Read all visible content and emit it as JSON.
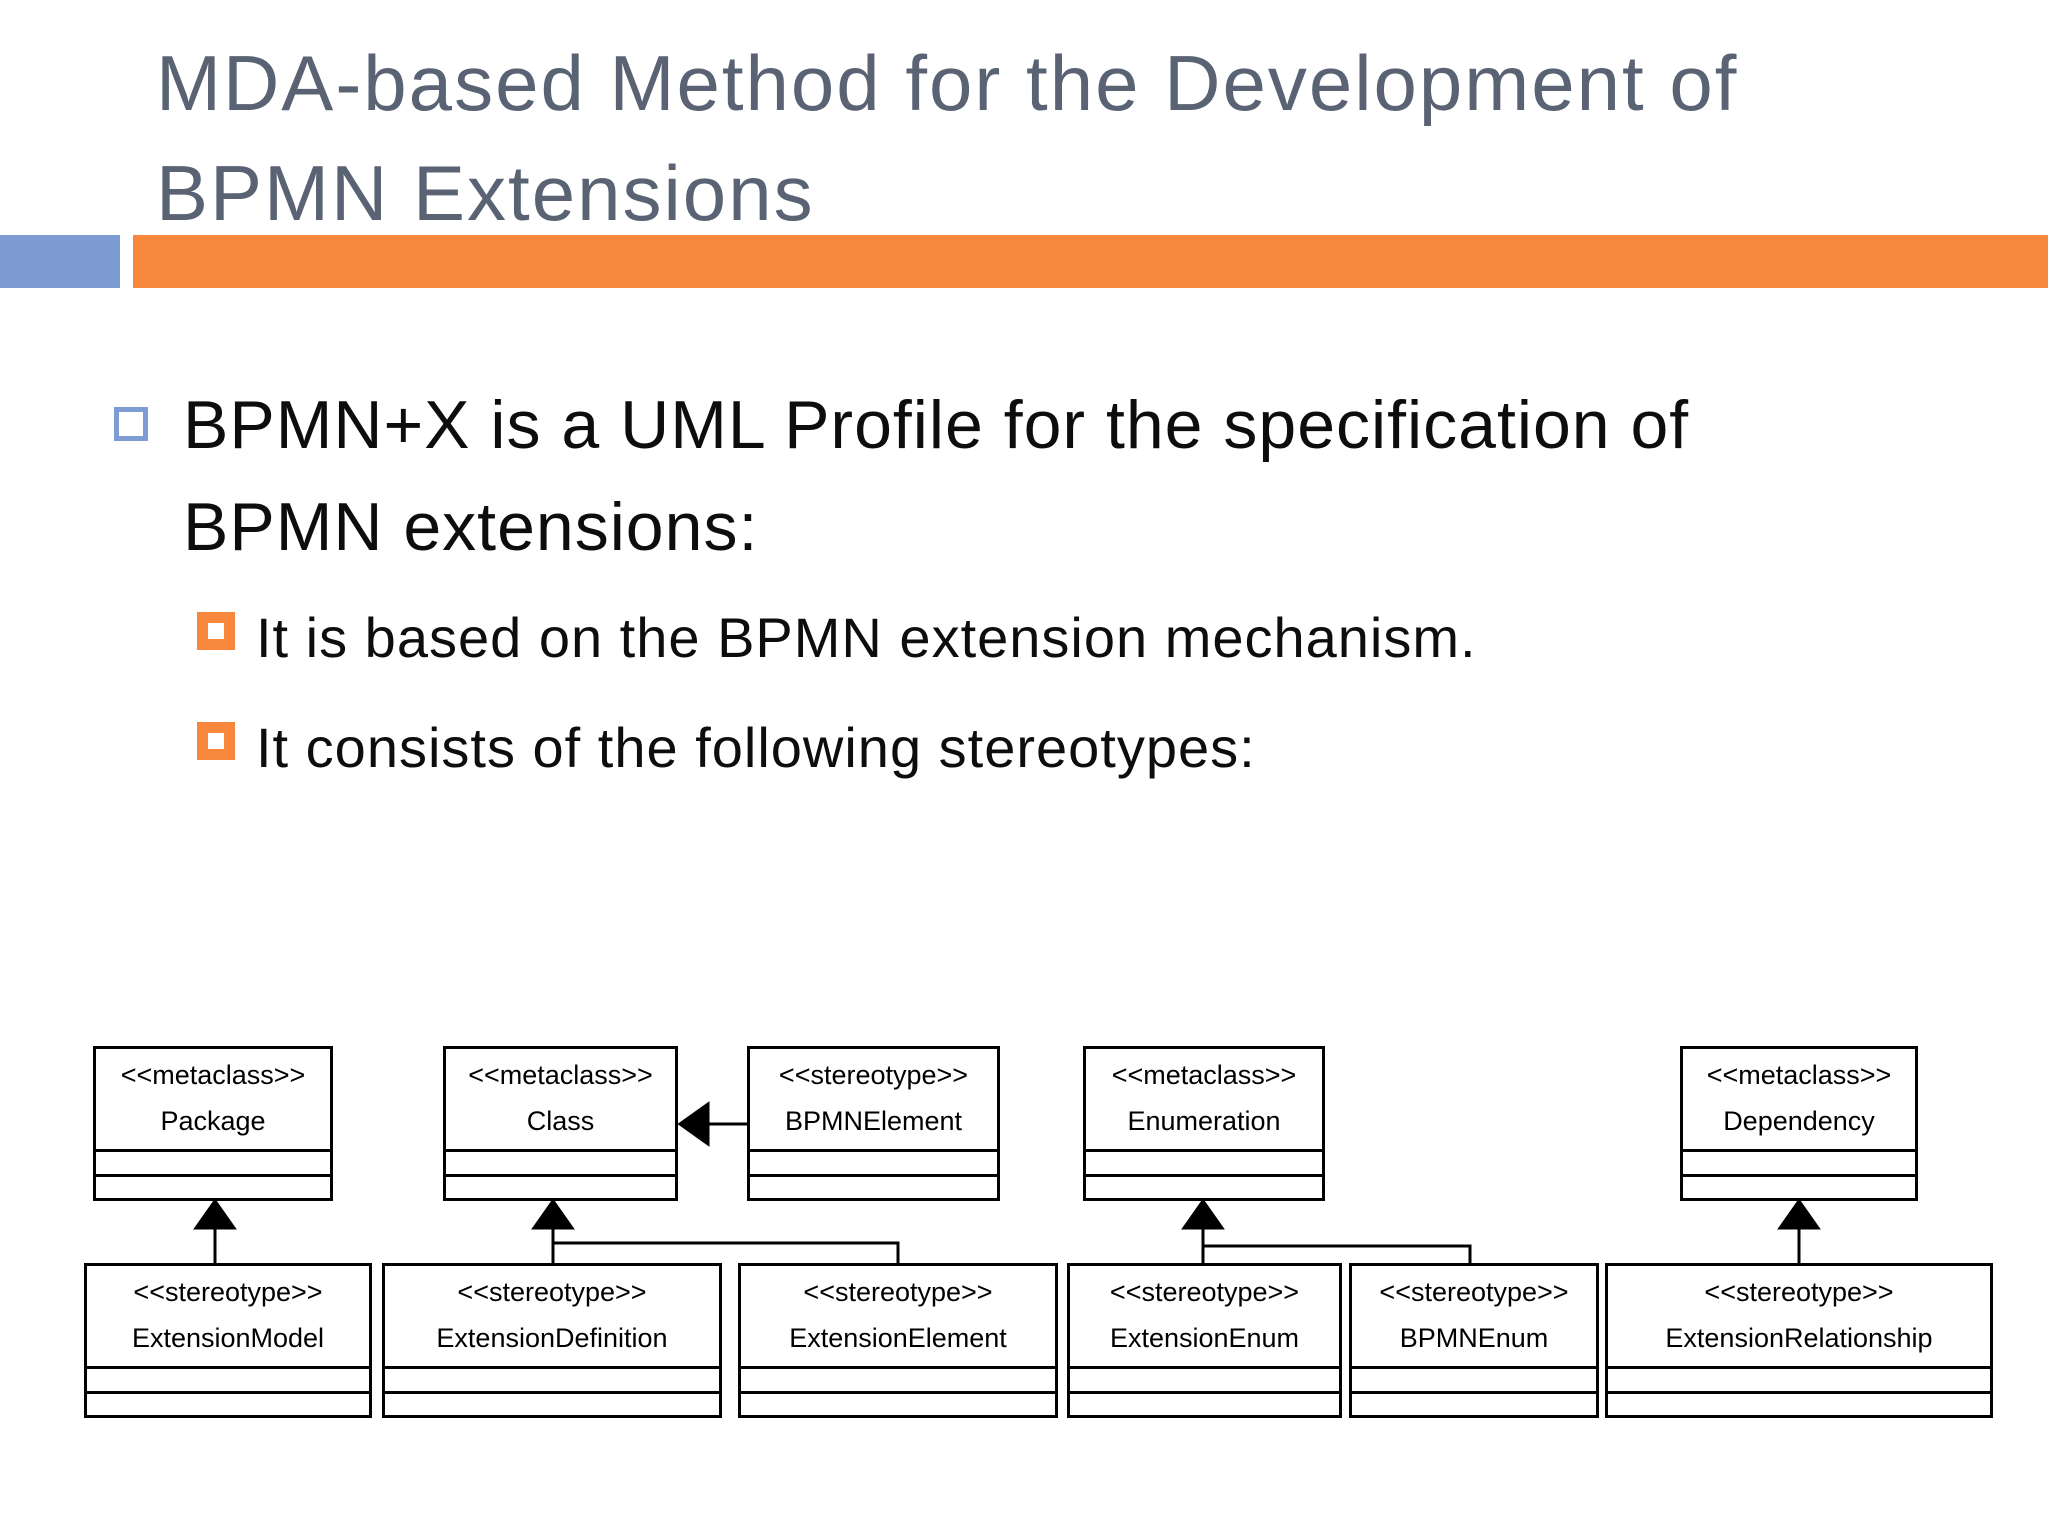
{
  "theme": {
    "accent_orange": "#F7873D",
    "accent_blue": "#7E9CD4",
    "title_color": "#5A6373"
  },
  "title": {
    "lines": [
      "MDA-based Method for the Development of",
      "BPMN Extensions"
    ]
  },
  "bullets": {
    "main": {
      "lines": [
        "BPMN+X is a UML Profile for the specification of",
        "BPMN extensions:"
      ]
    },
    "sub": [
      "It is based on the BPMN extension mechanism.",
      "It consists of the following stereotypes:"
    ]
  },
  "diagram": {
    "top_row": [
      {
        "tag": "<<metaclass>>",
        "name": "Package"
      },
      {
        "tag": "<<metaclass>>",
        "name": "Class"
      },
      {
        "tag": "<<stereotype>>",
        "name": "BPMNElement"
      },
      {
        "tag": "<<metaclass>>",
        "name": "Enumeration"
      },
      {
        "tag": "<<metaclass>>",
        "name": "Dependency"
      }
    ],
    "bottom_row": [
      {
        "tag": "<<stereotype>>",
        "name": "ExtensionModel"
      },
      {
        "tag": "<<stereotype>>",
        "name": "ExtensionDefinition"
      },
      {
        "tag": "<<stereotype>>",
        "name": "ExtensionElement"
      },
      {
        "tag": "<<stereotype>>",
        "name": "ExtensionEnum"
      },
      {
        "tag": "<<stereotype>>",
        "name": "BPMNEnum"
      },
      {
        "tag": "<<stereotype>>",
        "name": "ExtensionRelationship"
      }
    ],
    "relationships": [
      {
        "from": "ExtensionModel",
        "to": "Package",
        "type": "generalization"
      },
      {
        "from": "ExtensionDefinition",
        "to": "Class",
        "type": "generalization"
      },
      {
        "from": "ExtensionElement",
        "to": "Class",
        "type": "generalization"
      },
      {
        "from": "ExtensionEnum",
        "to": "Enumeration",
        "type": "generalization"
      },
      {
        "from": "BPMNEnum",
        "to": "Enumeration",
        "type": "generalization"
      },
      {
        "from": "ExtensionRelationship",
        "to": "Dependency",
        "type": "generalization"
      },
      {
        "from": "BPMNElement",
        "to": "Class",
        "type": "extension-arrow"
      }
    ]
  }
}
